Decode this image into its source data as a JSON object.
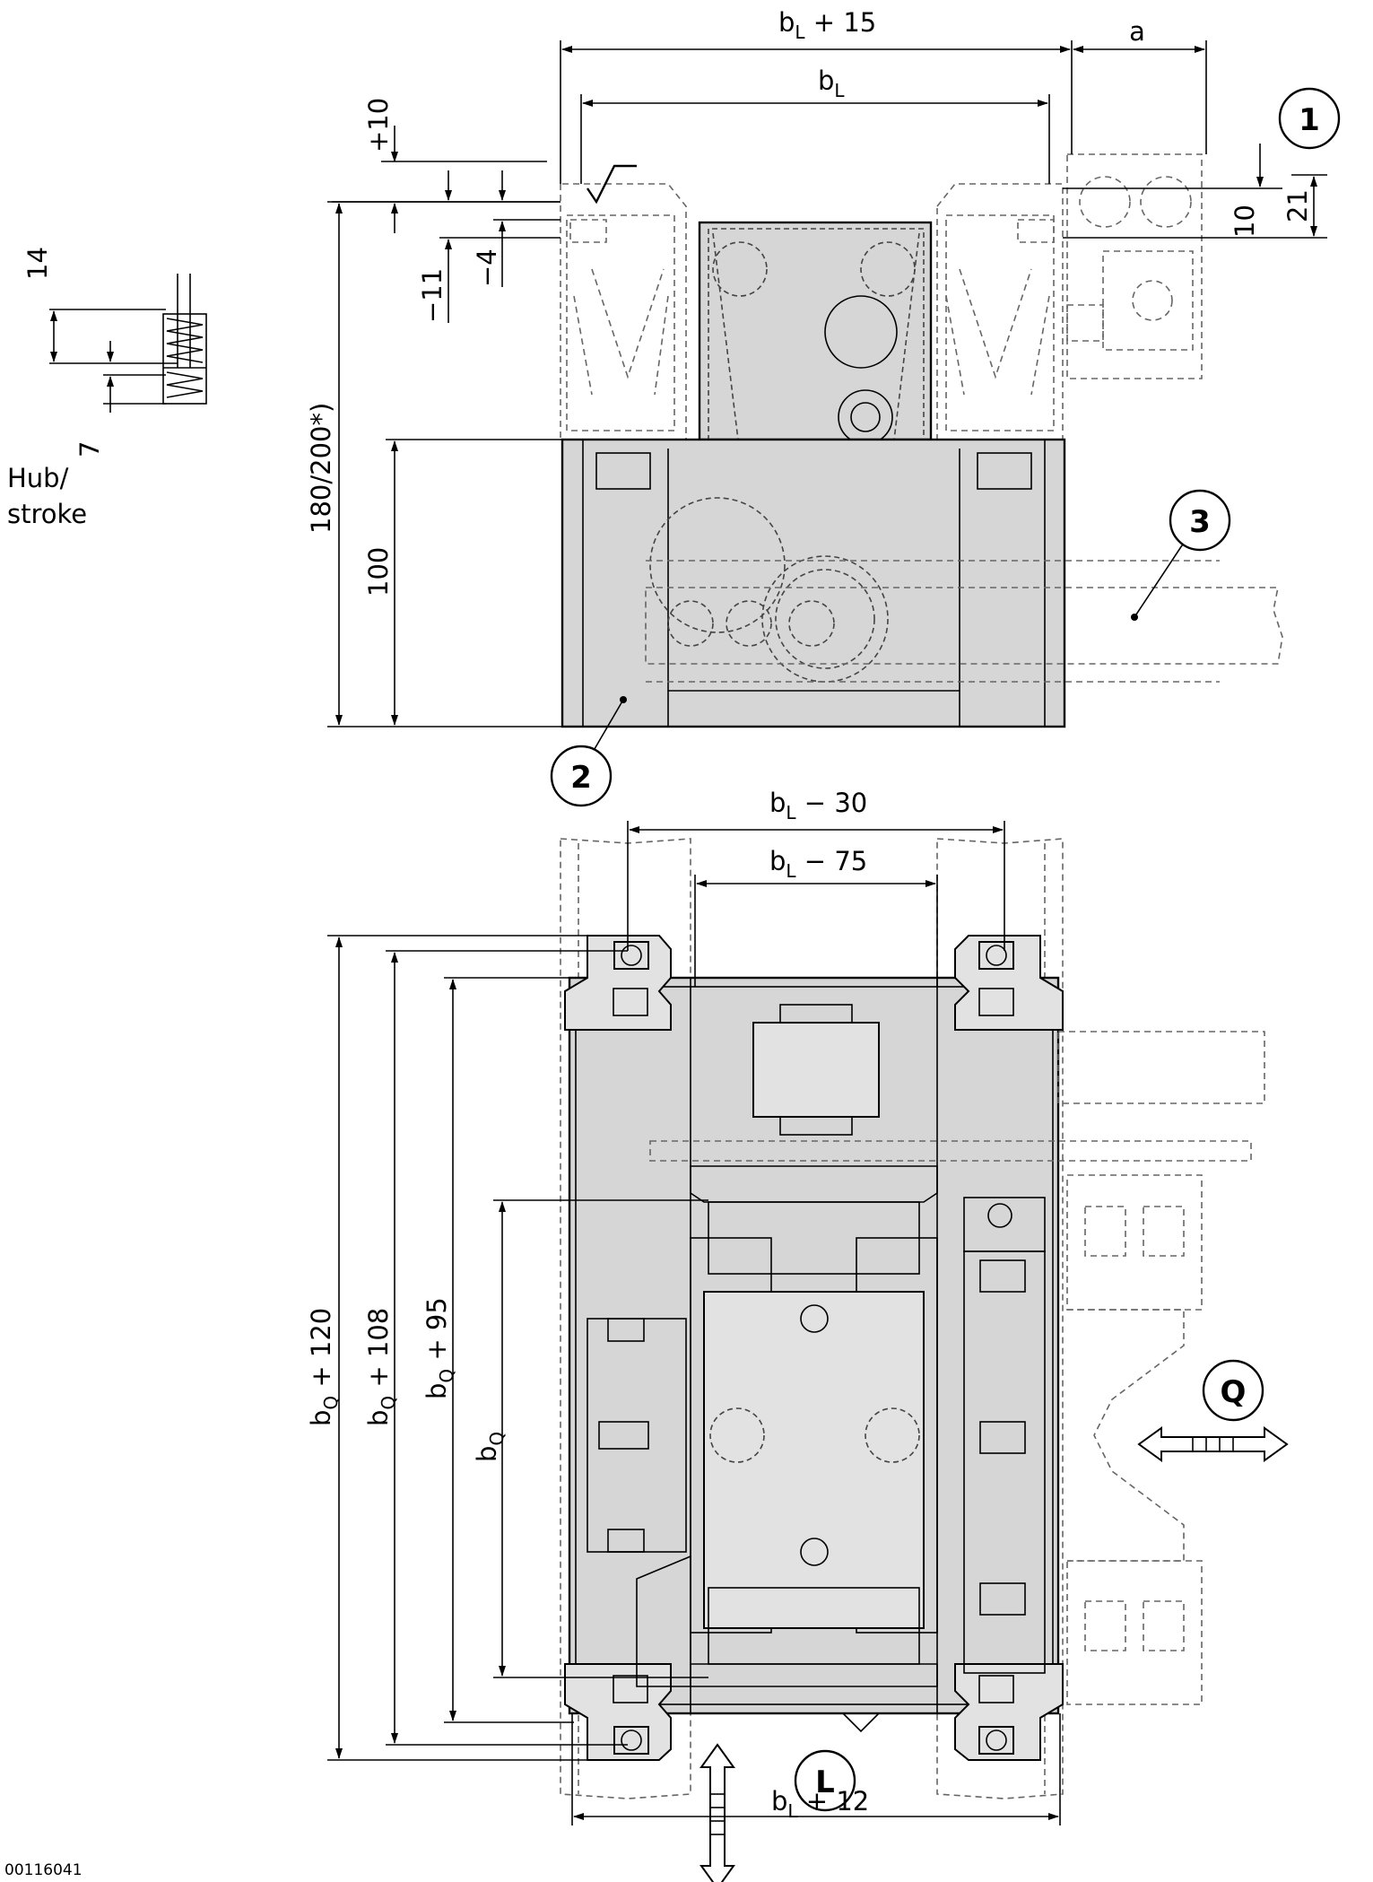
{
  "top_view": {
    "dims": {
      "bl_plus_15": {
        "base": "b",
        "sub": "L",
        "tail": " + 15"
      },
      "a": "a",
      "bl": {
        "base": "b",
        "sub": "L",
        "tail": ""
      },
      "plus10": "+10",
      "minus11": "−11",
      "minus4": "−4",
      "ten_right": "10",
      "twentyone": "21",
      "height_180": "180/200*)",
      "height_100": "100"
    },
    "callouts": [
      "1",
      "2",
      "3"
    ]
  },
  "stroke_detail": {
    "fourteen": "14",
    "seven": "7",
    "label_line1": "Hub/",
    "label_line2": "stroke"
  },
  "bottom_view": {
    "dims": {
      "bl_minus_30": {
        "base": "b",
        "sub": "L",
        "tail": " − 30"
      },
      "bl_minus_75": {
        "base": "b",
        "sub": "L",
        "tail": " − 75"
      },
      "bl_plus_12": {
        "base": "b",
        "sub": "L",
        "tail": " + 12"
      },
      "bq_plus_120": {
        "base": "b",
        "sub": "Q",
        "tail": " + 120"
      },
      "bq_plus_108": {
        "base": "b",
        "sub": "Q",
        "tail": " + 108"
      },
      "bq_plus_95": {
        "base": "b",
        "sub": "Q",
        "tail": " + 95"
      },
      "bq": {
        "base": "b",
        "sub": "Q",
        "tail": ""
      }
    },
    "callouts": [
      "Q",
      "L"
    ]
  },
  "doc_id": "00116041"
}
